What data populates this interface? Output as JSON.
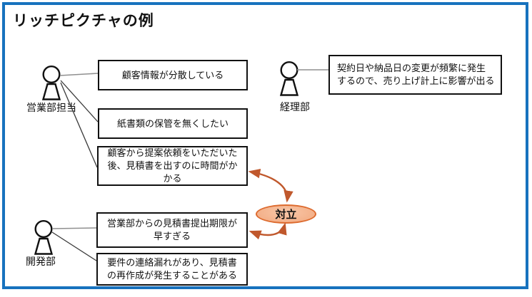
{
  "title": "リッチピクチャの例",
  "actors": [
    {
      "label": "営業部担当"
    },
    {
      "label": "経理部"
    },
    {
      "label": "開発部"
    }
  ],
  "notes": [
    {
      "text": "顧客情報が分散している"
    },
    {
      "text": "紙書類の保管を無くしたい"
    },
    {
      "text": "顧客から提案依頼をいただいた\n後、見積書を出すのに時間がか\nかる"
    },
    {
      "text": "契約日や納品日の変更が頻繁に発生\nするので、売り上げ計上に影響が出る"
    },
    {
      "text": "営業部からの見積書提出期限が\n早すぎる"
    },
    {
      "text": "要件の連絡漏れがあり、見積書\nの再作成が発生することがある"
    }
  ],
  "conflict": {
    "label": "対立"
  },
  "colors": {
    "frame_blue": "#1772be",
    "box_border": "#111111",
    "connector_gray": "#8f8f8f",
    "connector_dark": "#3a3a3a",
    "arrow_orange": "#c0582c",
    "conflict_fill": "#f2a87e",
    "conflict_border": "#dd6b2f"
  }
}
